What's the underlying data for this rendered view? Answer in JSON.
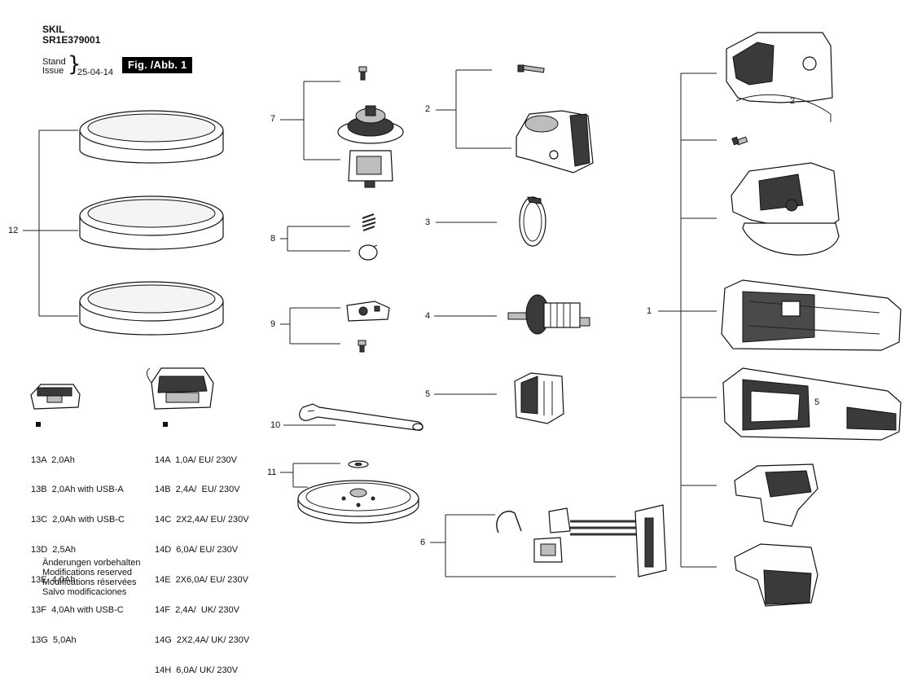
{
  "header": {
    "brand": "SKIL",
    "model": "SR1E379001",
    "stand_label": "Stand",
    "issue_label": "Issue",
    "brace": "}",
    "date": "25-04-14",
    "figure_label": "Fig. /Abb. 1"
  },
  "callouts": {
    "c1": "1",
    "c2": "2",
    "c3": "3",
    "c4": "4",
    "c5": "5",
    "c6": "6",
    "c7": "7",
    "c8": "8",
    "c9": "9",
    "c10": "10",
    "c11": "11",
    "c12": "12"
  },
  "inline_labels": {
    "housing_top": "2",
    "housing_side": "5"
  },
  "battery_items": [
    "13A  2,0Ah",
    "13B  2,0Ah with USB-A",
    "13C  2,0Ah with USB-C",
    "13D  2,5Ah",
    "13E  4,0Ah",
    "13F  4,0Ah with USB-C",
    "13G  5,0Ah"
  ],
  "charger_items": [
    "14A  1,0A/ EU/ 230V",
    "14B  2,4A/  EU/ 230V",
    "14C  2X2,4A/ EU/ 230V",
    "14D  6,0A/ EU/ 230V",
    "14E  2X6,0A/ EU/ 230V",
    "14F  2,4A/  UK/ 230V",
    "14G  2X2,4A/ UK/ 230V",
    "14H  6,0A/ UK/ 230V"
  ],
  "notes": [
    "Änderungen vorbehalten",
    "Modifications reserved",
    "Modifications réservées",
    "Salvo modificaciones"
  ]
}
